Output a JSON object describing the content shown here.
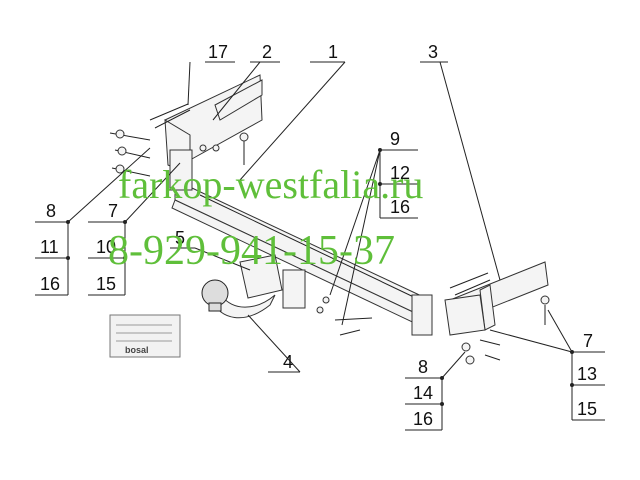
{
  "callouts": {
    "c17": "17",
    "c2": "2",
    "c1": "1",
    "c3": "3",
    "c9": "9",
    "c12": "12",
    "c16a": "16",
    "c8a": "8",
    "c11": "11",
    "c16b": "16",
    "c7a": "7",
    "c10": "10",
    "c15a": "15",
    "c5": "5",
    "c4": "4",
    "c8b": "8",
    "c14": "14",
    "c16c": "16",
    "c7b": "7",
    "c13": "13",
    "c15b": "15"
  },
  "watermark": {
    "site": "farkop-westfalia.ru",
    "phone": "8-929-941-15-37"
  },
  "plate": {
    "brand": "bosal"
  },
  "colors": {
    "watermark": "#5fbf3a",
    "line": "#222222"
  }
}
